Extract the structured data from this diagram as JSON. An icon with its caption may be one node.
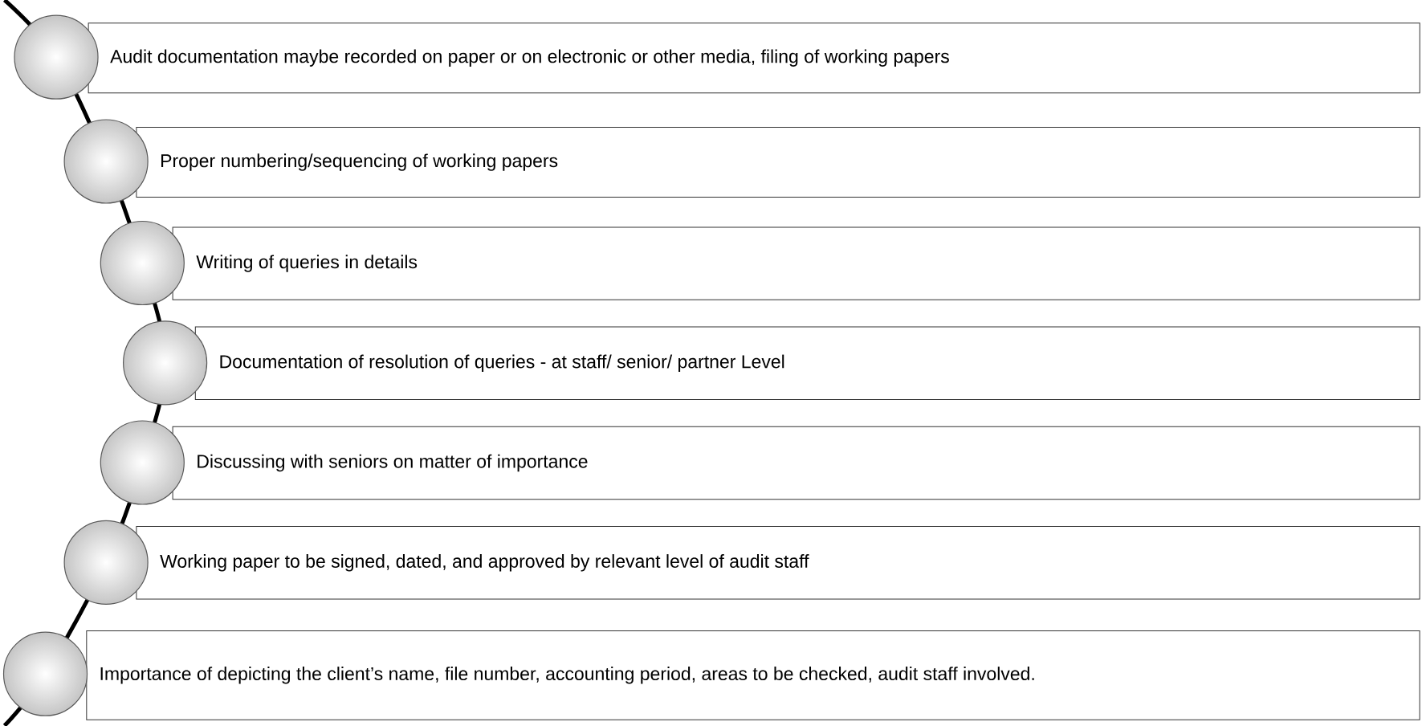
{
  "diagram": {
    "nodes": [
      {
        "text": [
          "Audit documentation maybe recorded on paper or on electronic or other media, filing of working papers"
        ]
      },
      {
        "text": [
          "Proper numbering/sequencing of working papers"
        ]
      },
      {
        "text": [
          "Writing of queries in details"
        ]
      },
      {
        "text": [
          "Documentation of resolution of queries - at staff/ senior/ partner Level"
        ]
      },
      {
        "text": [
          "Discussing with seniors on matter of importance"
        ]
      },
      {
        "text": [
          "Working paper to be signed, dated, and approved by relevant level of audit staff"
        ]
      },
      {
        "text": [
          "Importance of depicting the client’s name, file number, accounting period, areas to be checked, audit staff involved."
        ]
      }
    ]
  }
}
